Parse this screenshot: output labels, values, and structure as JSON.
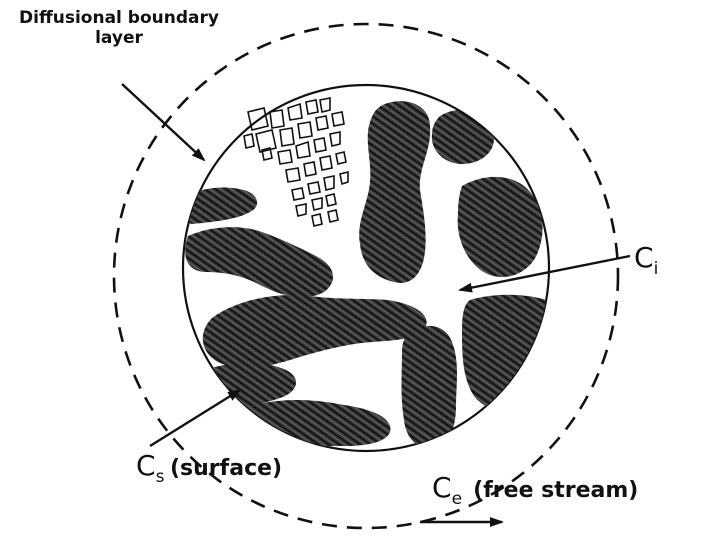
{
  "labels": {
    "boundary_layer_line1": "Diffusional boundary",
    "boundary_layer_line2": "layer",
    "ci_symbol": "C",
    "ci_subscript": "i",
    "cs_symbol": "C",
    "cs_subscript": "s",
    "cs_text": "(surface)",
    "ce_symbol": "C",
    "ce_subscript": "e",
    "ce_text": "(free stream)"
  },
  "colors": {
    "ink": "#111111",
    "background": "#ffffff"
  }
}
